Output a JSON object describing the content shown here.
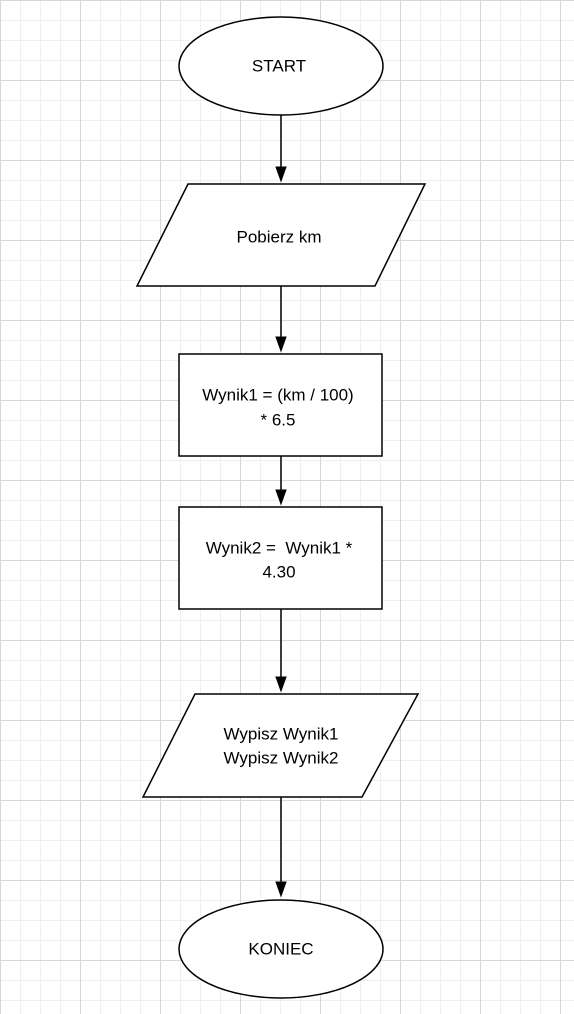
{
  "diagram": {
    "nodes": [
      {
        "id": "start",
        "shape": "ellipse",
        "lines": [
          "START"
        ]
      },
      {
        "id": "input-km",
        "shape": "parallelogram",
        "lines": [
          "Pobierz km"
        ]
      },
      {
        "id": "calc-wynik1",
        "shape": "rectangle",
        "lines": [
          "Wynik1 = (km / 100)",
          "* 6.5"
        ]
      },
      {
        "id": "calc-wynik2",
        "shape": "rectangle",
        "lines": [
          "Wynik2 =  Wynik1 *",
          "4.30"
        ]
      },
      {
        "id": "output-wyniki",
        "shape": "parallelogram",
        "lines": [
          "Wypisz Wynik1",
          "Wypisz Wynik2"
        ]
      },
      {
        "id": "end",
        "shape": "ellipse",
        "lines": [
          "KONIEC"
        ]
      }
    ],
    "edges": [
      {
        "from": "start",
        "to": "input-km"
      },
      {
        "from": "input-km",
        "to": "calc-wynik1"
      },
      {
        "from": "calc-wynik1",
        "to": "calc-wynik2"
      },
      {
        "from": "calc-wynik2",
        "to": "output-wyniki"
      },
      {
        "from": "output-wyniki",
        "to": "end"
      }
    ]
  }
}
